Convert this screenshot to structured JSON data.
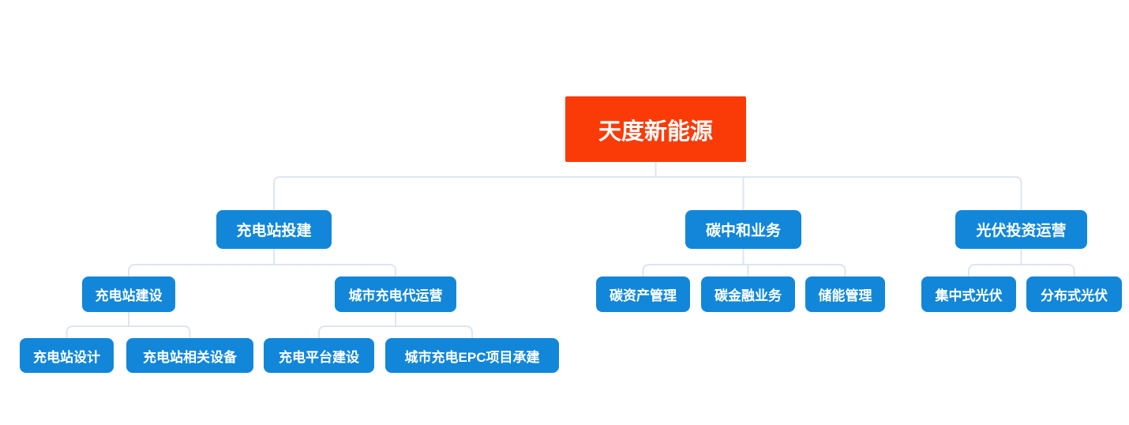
{
  "colors": {
    "root_node_bg": "#fa3b07",
    "branch_node_bg": "#1287d9",
    "node_text": "#ffffff",
    "connector_line": "#dde6f1",
    "canvas_bg": "#ffffff"
  },
  "diagram": {
    "type": "org-chart",
    "root": {
      "label": "天度新能源",
      "children": [
        {
          "label": "充电站投建",
          "children": [
            {
              "label": "充电站建设",
              "children": [
                {
                  "label": "充电站设计"
                },
                {
                  "label": "充电站相关设备"
                }
              ]
            },
            {
              "label": "城市充电代运营",
              "children": [
                {
                  "label": "充电平台建设"
                },
                {
                  "label": "城市充电EPC项目承建"
                }
              ]
            }
          ]
        },
        {
          "label": "碳中和业务",
          "children": [
            {
              "label": "碳资产管理"
            },
            {
              "label": "碳金融业务"
            },
            {
              "label": "储能管理"
            }
          ]
        },
        {
          "label": "光伏投资运营",
          "children": [
            {
              "label": "集中式光伏"
            },
            {
              "label": "分布式光伏"
            }
          ]
        }
      ]
    }
  }
}
